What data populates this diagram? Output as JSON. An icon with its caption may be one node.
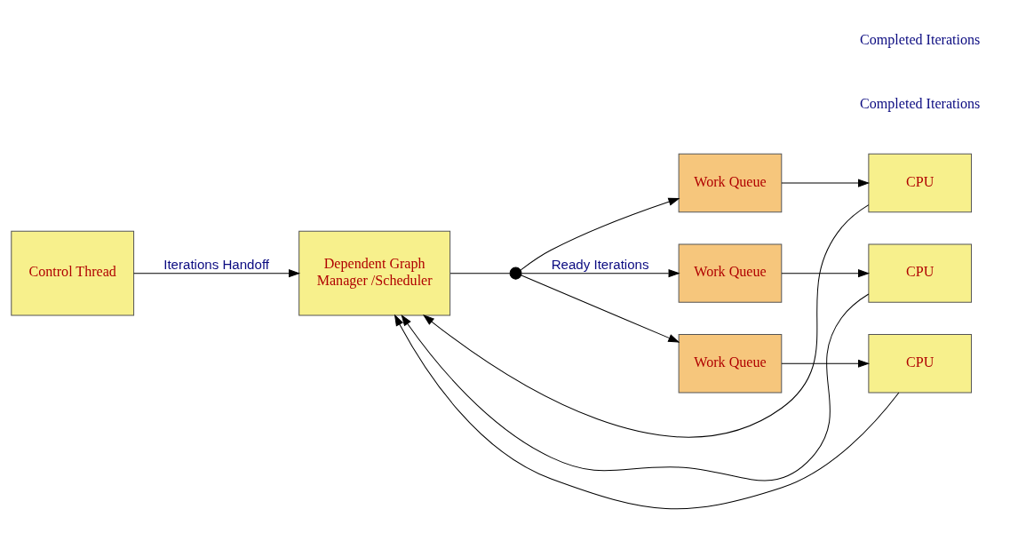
{
  "diagram": {
    "nodes": [
      {
        "text": [
          "Control Thread"
        ]
      },
      {
        "text": [
          "Dependent Graph",
          "Manager /Scheduler"
        ]
      },
      {
        "text": [],
        "shape": "circle"
      },
      {
        "text": [
          "Work Queue"
        ]
      },
      {
        "text": [
          "CPU"
        ]
      },
      {
        "text": [
          "Work Queue"
        ]
      },
      {
        "text": [
          "CPU"
        ]
      },
      {
        "text": [
          "Work Queue"
        ]
      },
      {
        "text": [
          "CPU"
        ]
      }
    ],
    "edges": [
      {
        "from": 0,
        "to": 1,
        "arrow": "to",
        "label": "Iterations Handoff"
      },
      {
        "from": 1,
        "to": 2,
        "arrow": "none"
      },
      {
        "from": 2,
        "to": 3,
        "arrow": "to"
      },
      {
        "from": 2,
        "to": 5,
        "arrow": "to",
        "label": "Ready Iterations"
      },
      {
        "from": 2,
        "to": 7,
        "arrow": "to"
      },
      {
        "from": 3,
        "to": 4,
        "arrow": "to"
      },
      {
        "from": 5,
        "to": 6,
        "arrow": "to"
      },
      {
        "from": 7,
        "to": 8,
        "arrow": "to"
      },
      {
        "from": 4,
        "to": 1,
        "arrow": "to"
      },
      {
        "from": 6,
        "to": 1,
        "arrow": "to"
      },
      {
        "from": 8,
        "to": 1,
        "arrow": "to"
      }
    ],
    "labels": [
      "Completed Iterations",
      "Completed Iterations"
    ]
  }
}
